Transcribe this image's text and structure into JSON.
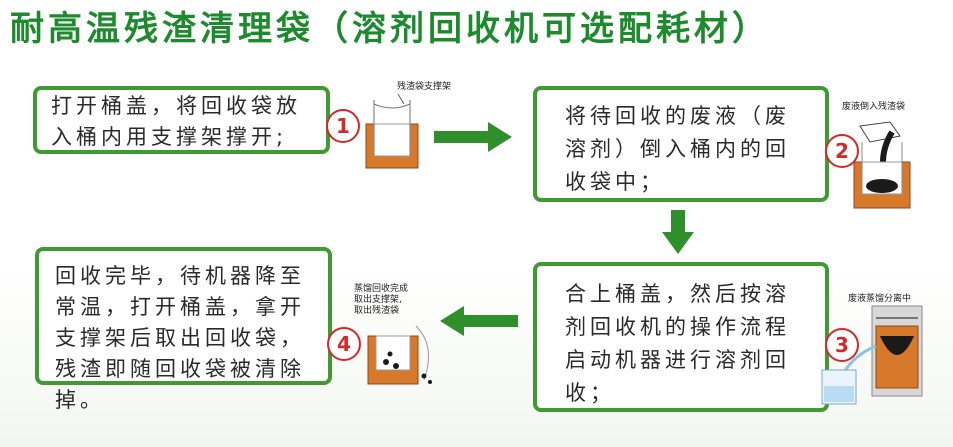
{
  "title": "耐高温残渣清理袋（溶剂回收机可选配耗材）",
  "steps": [
    {
      "number": "1",
      "text": "打开桶盖，将回收袋放入桶内用支撑架撑开;",
      "caption": "残渣袋支撑架"
    },
    {
      "number": "2",
      "text": "将待回收的废液（废溶剂）倒入桶内的回收袋中；",
      "caption": "废液倒入残渣袋"
    },
    {
      "number": "3",
      "text": "合上桶盖，然后按溶剂回收机的操作流程启动机器进行溶剂回收；",
      "caption": "废液蒸馏分离中"
    },
    {
      "number": "4",
      "text": "回收完毕，待机器降至常温，打开桶盖，拿开支撑架后取出回收袋，残渣即随回收袋被清除掉。",
      "caption_lines": [
        "蒸馏回收完成",
        "取出支撑架,",
        "取出残渣袋"
      ]
    }
  ],
  "colors": {
    "title_green": "#1e8a2e",
    "box_border": "#3f9a34",
    "arrow_green": "#2f8f2a",
    "number_red": "#d62828",
    "bucket_orange": "#d8782a"
  }
}
